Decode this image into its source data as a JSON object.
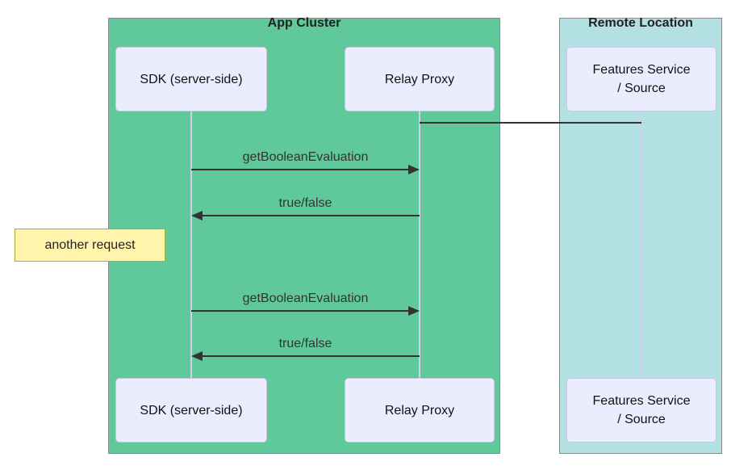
{
  "diagram": {
    "type": "sequence",
    "colors": {
      "app_cluster_fill": "#5fc99b",
      "remote_fill": "#b3e0e2",
      "container_border": "#888888",
      "actor_fill": "#ececff",
      "actor_border": "#c9c9e2",
      "lifeline_color": "#d0cfee",
      "note_fill": "#fff5ad",
      "note_border": "#aaaa33",
      "message_color": "#333333",
      "text_color": "#1a1a1a",
      "canvas_bg": "#ffffff"
    },
    "groups": [
      {
        "id": "app-cluster",
        "label": "App Cluster"
      },
      {
        "id": "remote-location",
        "label": "Remote Location"
      }
    ],
    "actors": [
      {
        "id": "sdk",
        "label": "SDK (server-side)"
      },
      {
        "id": "relay",
        "label": "Relay Proxy"
      },
      {
        "id": "features",
        "label": "Features Service / Source",
        "line1": "Features Service",
        "line2": "/ Source"
      }
    ],
    "messages": [
      {
        "from": "relay",
        "to": "features",
        "label": "",
        "type": "plain-line"
      },
      {
        "from": "sdk",
        "to": "relay",
        "label": "getBooleanEvaluation",
        "type": "arrow-right"
      },
      {
        "from": "relay",
        "to": "sdk",
        "label": "true/false",
        "type": "arrow-left"
      },
      {
        "from": "sdk",
        "to": "relay",
        "label": "getBooleanEvaluation",
        "type": "arrow-right"
      },
      {
        "from": "relay",
        "to": "sdk",
        "label": "true/false",
        "type": "arrow-left"
      }
    ],
    "note": {
      "text": "another request",
      "position": "left-of-sdk"
    }
  }
}
